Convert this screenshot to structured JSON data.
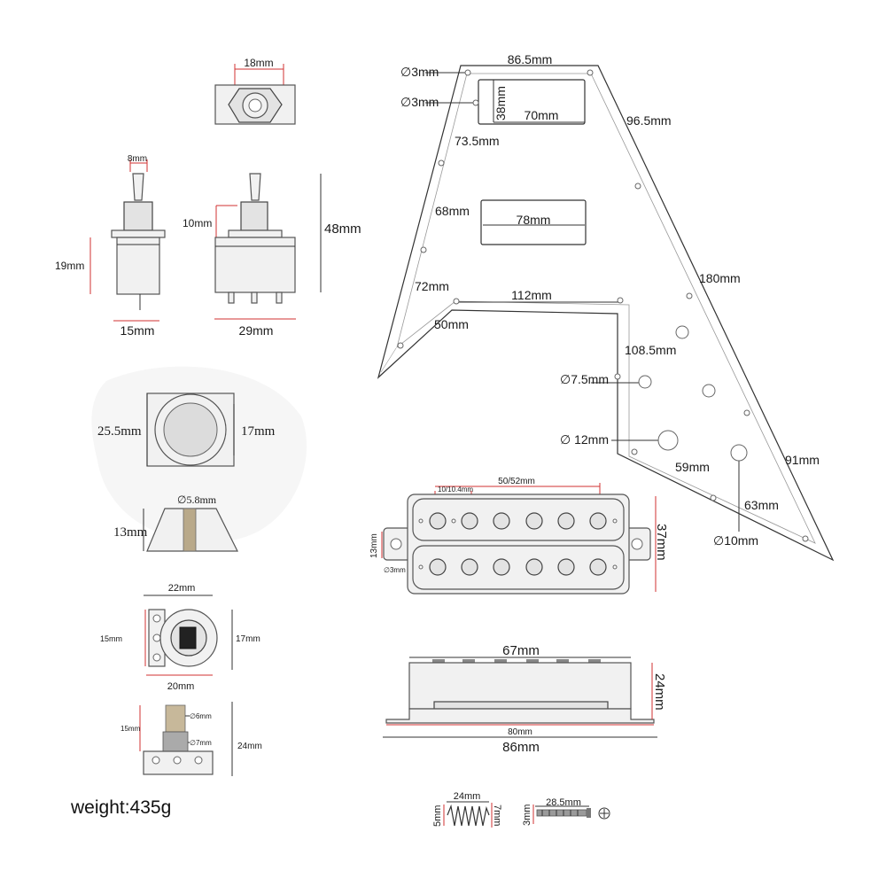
{
  "toggle": {
    "top_width": "18mm",
    "lever_width": "8mm",
    "thread_height": "10mm",
    "body_height": "19mm",
    "total_height": "48mm",
    "body_depth": "15mm",
    "body_width": "29mm"
  },
  "knob": {
    "diameter": "25.5mm",
    "top_diameter": "17mm",
    "hole_diameter": "∅5.8mm",
    "height": "13mm"
  },
  "jack": {
    "width": "22mm",
    "plate_height": "15mm",
    "body_height": "17mm",
    "body_width": "20mm"
  },
  "pot": {
    "shaft_diameter": "∅6mm",
    "thread_diameter": "∅7mm",
    "shaft_height": "15mm",
    "total_height": "24mm"
  },
  "pickguard": {
    "hole_a": "∅3mm",
    "hole_b": "∅3mm",
    "top_width": "86.5mm",
    "neck_cutout_height": "38mm",
    "neck_cutout_width": "70mm",
    "right_upper_edge": "96.5mm",
    "left_upper_edge": "73.5mm",
    "left_mid_edge": "68mm",
    "bridge_cutout_width": "78mm",
    "right_long_edge": "180mm",
    "left_lower_edge": "72mm",
    "inner_top_edge": "112mm",
    "left_wing_edge": "50mm",
    "inner_right_edge": "108.5mm",
    "hole_small": "∅7.5mm",
    "hole_medium": "∅ 12mm",
    "lower_inner_edge": "59mm",
    "tail_right_edge": "91mm",
    "tail_inner_edge": "63mm",
    "hole_large": "∅10mm"
  },
  "humbucker": {
    "pole_spacing": "50/52mm",
    "pole_diameter": "10/10.4mm",
    "ear_height": "13mm",
    "ear_hole": "∅3mm",
    "cover_height": "37mm"
  },
  "pickup_side": {
    "cover_length": "67mm",
    "height": "24mm",
    "base_length": "80mm",
    "total_length": "86mm"
  },
  "hardware": {
    "spring_length": "24mm",
    "spring_dia_small": "5mm",
    "spring_dia_large": "7mm",
    "screw_length": "28.5mm",
    "screw_diameter": "3mm"
  },
  "weight_label": "weight:435g"
}
